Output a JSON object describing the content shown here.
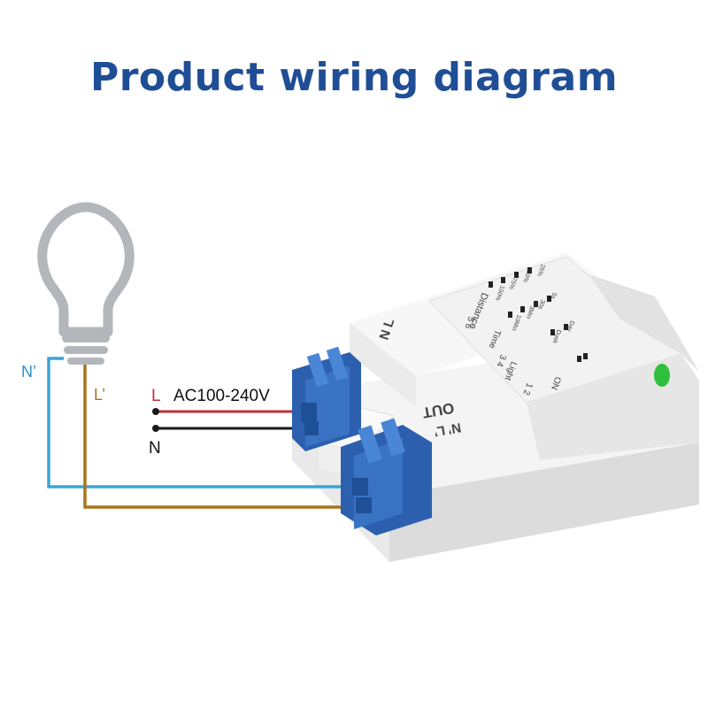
{
  "title": "Product wiring diagram",
  "labels": {
    "line_in": "L",
    "neutral_in": "N",
    "voltage": "AC100-240V",
    "neutral_out": "N’",
    "line_out": "L’"
  },
  "device": {
    "input_label": "N L",
    "output_label": "OUT",
    "output_terminals": "N’ L’",
    "panel": {
      "distance_label": "Distance",
      "distance_values": [
        "100%",
        "75%",
        "50%",
        "25%"
      ],
      "distance_switches": "5 6",
      "time_label": "Time",
      "time_values": [
        "10Min",
        "3Min",
        "30s",
        "5s"
      ],
      "time_switches": "3 4",
      "light_label": "Light",
      "light_values": [
        "Day",
        "Dusk"
      ],
      "light_switches": "1 2",
      "dip_on_label": "ON"
    }
  },
  "colors": {
    "title": "#1f4e96",
    "line_wire": "#c0303a",
    "neutral_wire": "#1a1a1a",
    "load_neutral_wire": "#3aa6d4",
    "load_line_wire": "#a8741c",
    "label_red": "#c0303a",
    "label_blue": "#2f8ec9",
    "label_brown": "#a8741c",
    "terminal_blue": "#2c5fae",
    "indicator_green": "#2fbf3a"
  },
  "icons": {
    "bulb": "light-bulb-icon"
  }
}
